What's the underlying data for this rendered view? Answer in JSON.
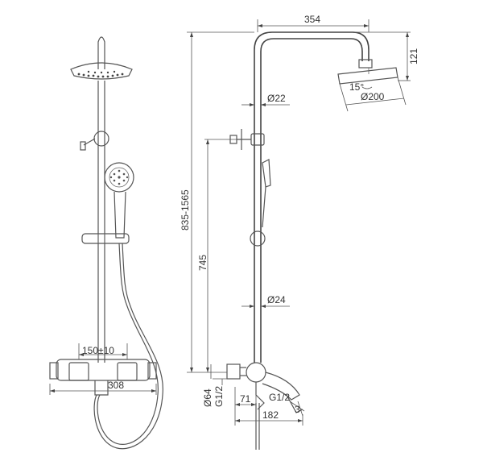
{
  "dimensions": {
    "width_354": "354",
    "height_121": "121",
    "angle_15": "15°",
    "diameter_200": "Ø200",
    "diameter_22": "Ø22",
    "height_range": "835-1565",
    "height_745": "745",
    "diameter_24": "Ø24",
    "spacing_150": "150±10",
    "width_308": "308",
    "diameter_64": "Ø64",
    "thread_left": "G1/2",
    "depth_71": "71",
    "thread_right": "G1/2",
    "depth_182": "182"
  }
}
